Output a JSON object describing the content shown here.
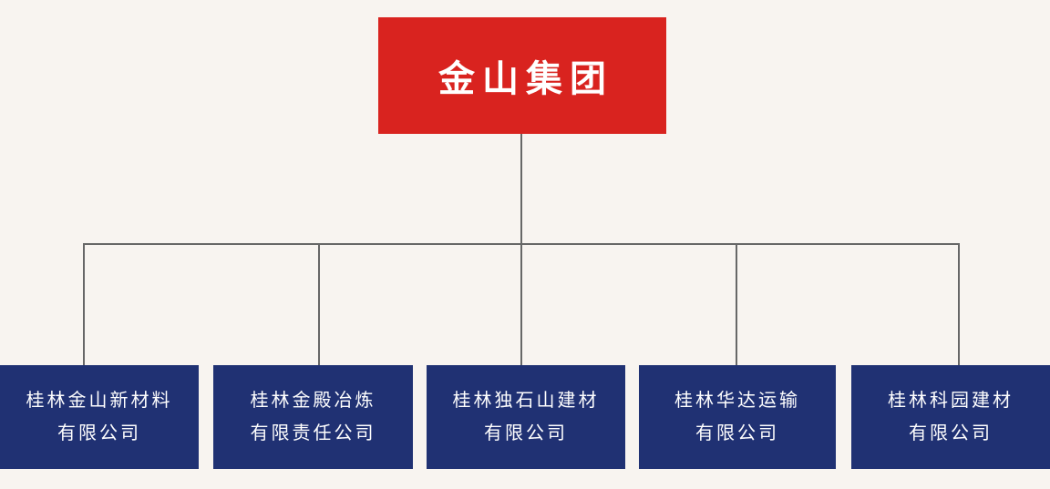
{
  "colors": {
    "bg": "#F8F4F0",
    "red": "#D9231F",
    "blue": "#203173",
    "line": "#676767",
    "text-light": "#FFFFFF"
  },
  "org_chart": {
    "root": {
      "name": "金山集团"
    },
    "children": [
      {
        "line1": "桂林金山新材料",
        "line2": "有限公司"
      },
      {
        "line1": "桂林金殿冶炼",
        "line2": "有限责任公司"
      },
      {
        "line1": "桂林独石山建材",
        "line2": "有限公司"
      },
      {
        "line1": "桂林华达运输",
        "line2": "有限公司"
      },
      {
        "line1": "桂林科园建材",
        "line2": "有限公司"
      }
    ]
  }
}
